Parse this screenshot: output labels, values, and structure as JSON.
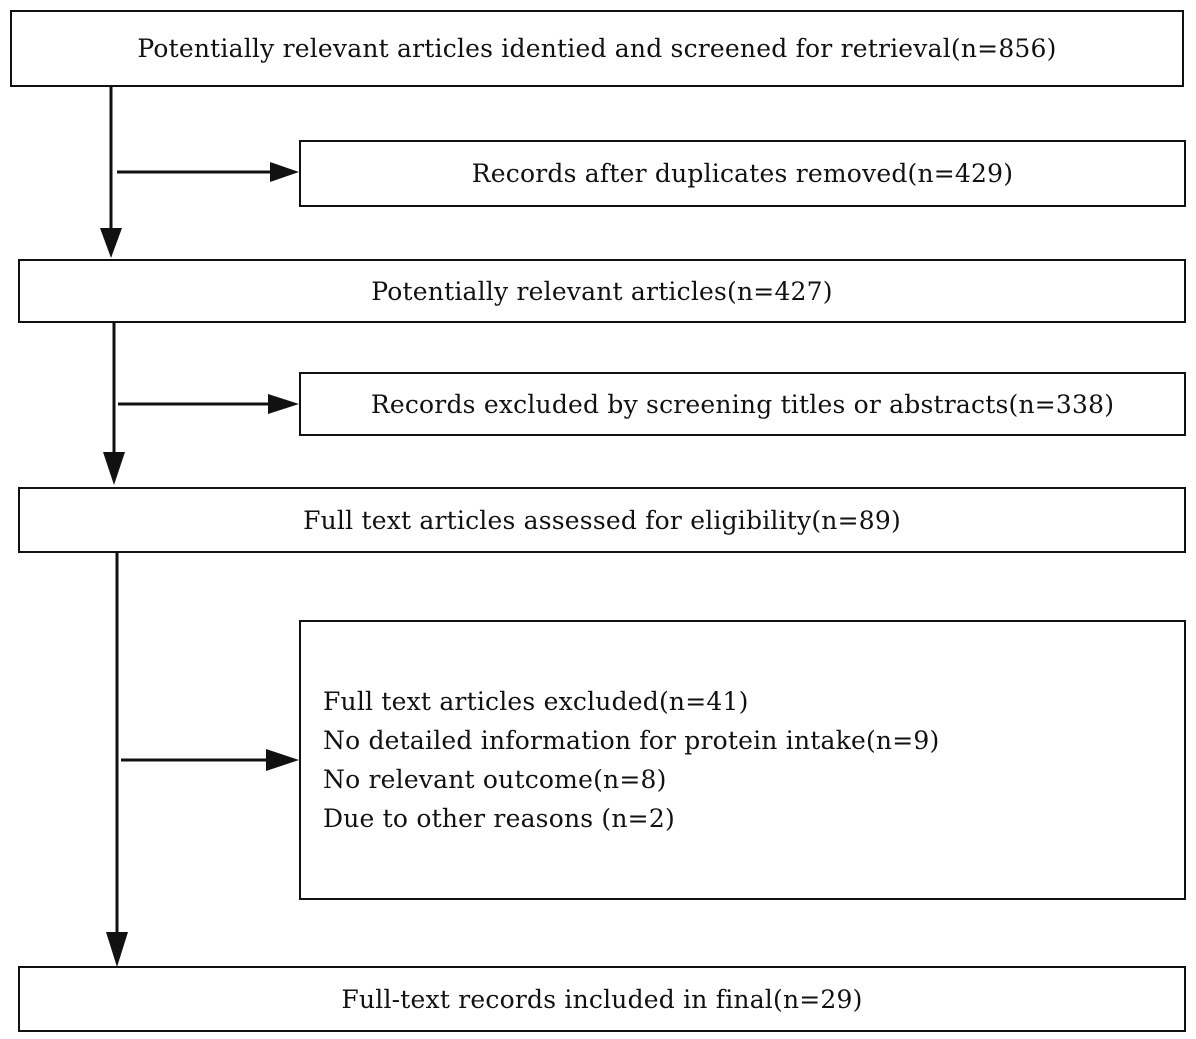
{
  "flow": {
    "identified": "Potentially relevant articles identied and screened for retrieval(n=856)",
    "after_duplicates": "Records after duplicates removed(n=429)",
    "potentially_relevant": "Potentially relevant articles(n=427)",
    "excluded_screening": "Records excluded by screening titles or abstracts(n=338)",
    "full_text_assessed": "Full text articles assessed for eligibility(n=89)",
    "full_text_excluded": {
      "heading": "Full text articles excluded(n=41)",
      "reasons": [
        "No detailed information for protein intake(n=9)",
        "No relevant outcome(n=8)",
        "Due to other reasons (n=2)"
      ]
    },
    "included": "Full-text records included in final(n=29)"
  }
}
